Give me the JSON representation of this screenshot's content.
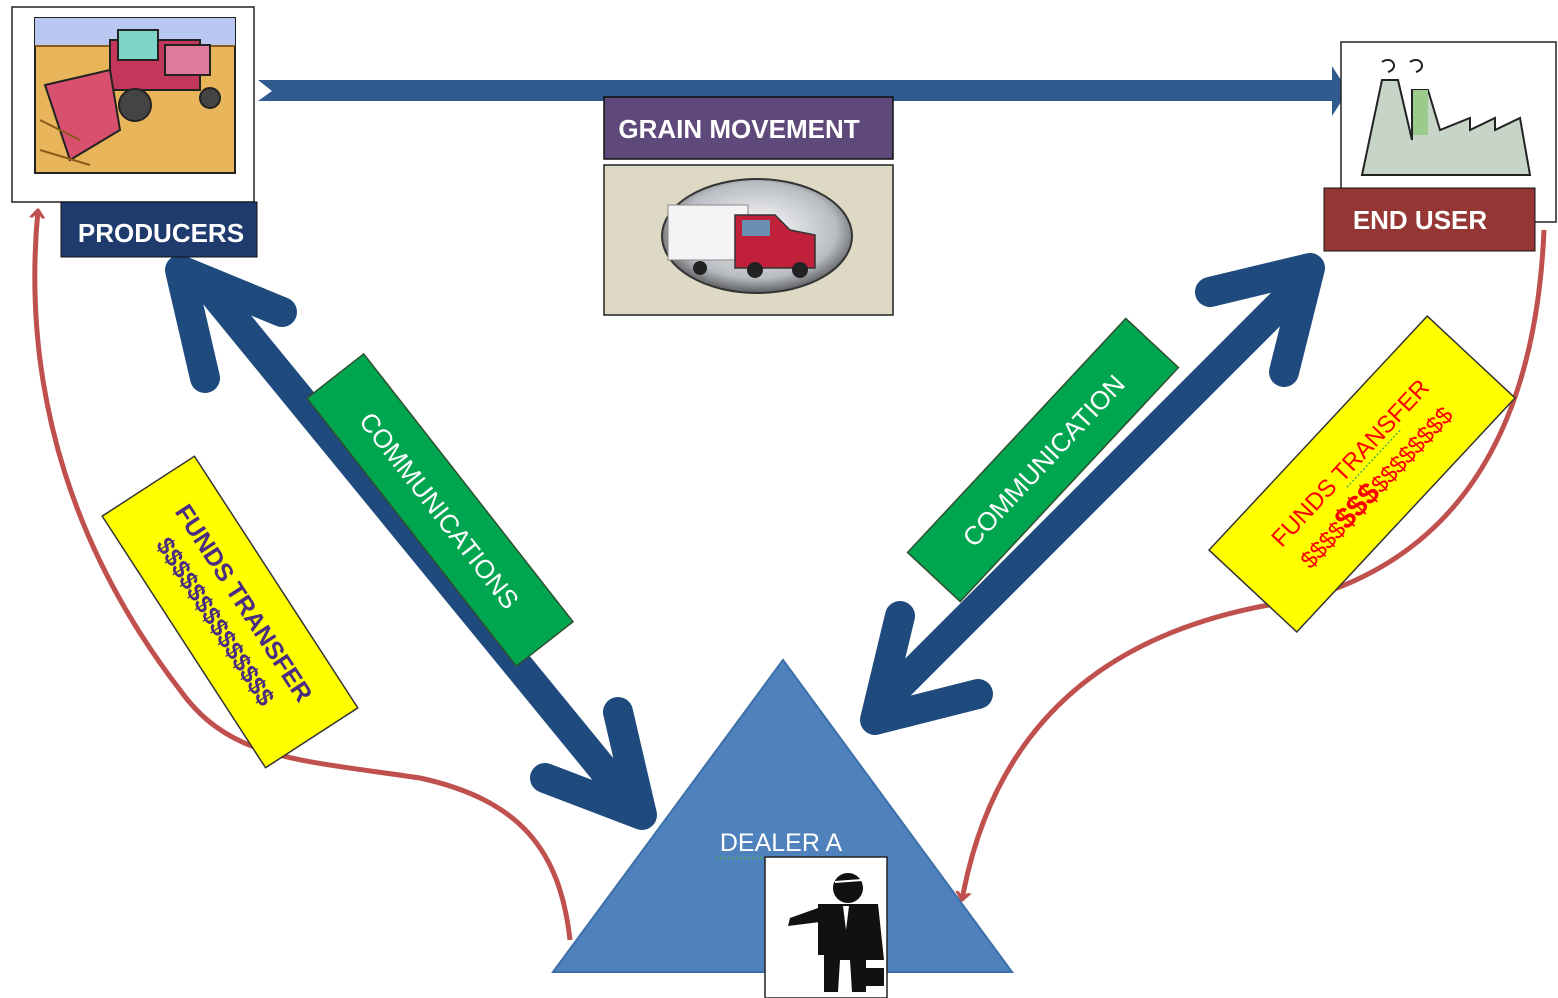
{
  "nodes": {
    "producers": {
      "label": "PRODUCERS",
      "label_bg": "#1f3b6e",
      "picture": "combine-harvester-icon"
    },
    "end_user": {
      "label": "END USER",
      "label_bg": "#943634",
      "picture": "factory-icon"
    },
    "dealer": {
      "label": "DEALER  A",
      "shape_color": "#4f81bd",
      "picture": "businessman-icon"
    }
  },
  "grain_movement": {
    "label": "GRAIN MOVEMENT",
    "label_bg": "#5f497a",
    "picture": "semi-truck-icon",
    "picture_bg": "#ddd9c4"
  },
  "communications_left": {
    "label": "COMMUNICATIONS",
    "bg": "#00a550"
  },
  "communication_right": {
    "label": "COMMUNICATION",
    "bg": "#00a550"
  },
  "funds_left": {
    "title": "FUNDS TRANSFER",
    "dollars": "$$$$$$$$$$$$$$",
    "bg": "#ffff00",
    "text_color": "#4b2c83"
  },
  "funds_right": {
    "title": "FUNDS TRANSFER",
    "dollars_a": "$$$$",
    "dollars_b": "$$$",
    "dollars_c": "$$$$$$$$",
    "bg": "#ffff00",
    "text_color": "#ff0000"
  },
  "colors": {
    "arrow_blue": "#1f4a7d",
    "flow_red": "#c0504d"
  }
}
